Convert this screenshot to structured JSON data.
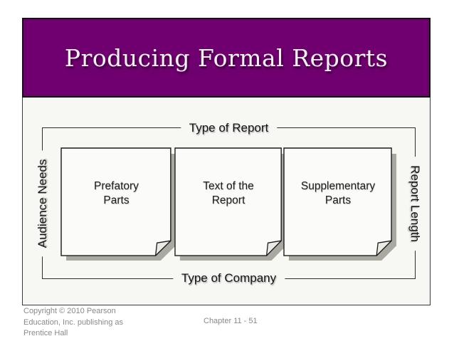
{
  "slide": {
    "title": "Producing Formal Reports",
    "diagram": {
      "top_label": "Type of Report",
      "bottom_label": "Type of Company",
      "left_label": "Audience Needs",
      "right_label": "Report Length",
      "notes": [
        {
          "line1": "Prefatory",
          "line2": "Parts"
        },
        {
          "line1": "Text of the",
          "line2": "Report"
        },
        {
          "line1": "Supplementary",
          "line2": "Parts"
        }
      ]
    },
    "footer": {
      "copyright_line1": "Copyright © 2010 Pearson",
      "copyright_line2": "Education, Inc. publishing as",
      "copyright_line3": "Prentice Hall",
      "chapter_label": "Chapter 11 - 51"
    },
    "colors": {
      "banner_purple": "#700070",
      "title_text": "#f6f0f6",
      "body_background": "#f7f7f4",
      "note_fill": "#fbfbfa",
      "note_shadow": "#a9a9a1",
      "line_color": "#2e2e2e",
      "footer_text": "#8a8a88"
    }
  }
}
